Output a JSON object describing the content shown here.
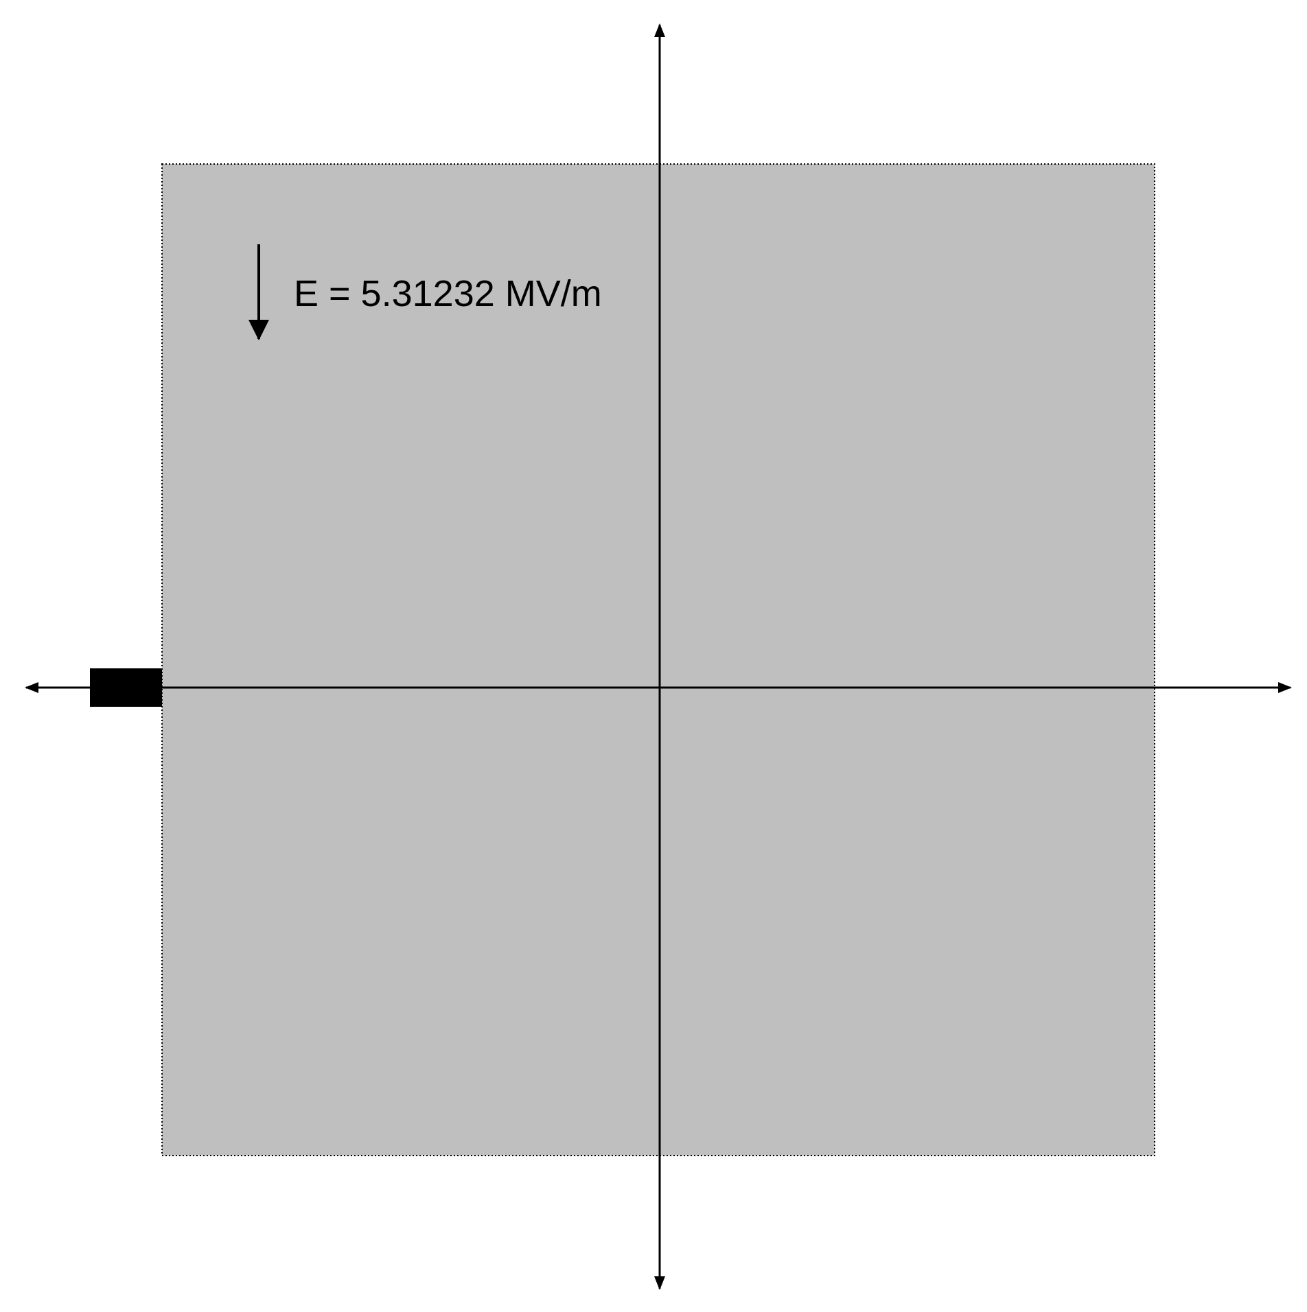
{
  "diagram": {
    "field_label": "E = 5.31232 MV/m",
    "field_direction": "down",
    "colors": {
      "region_fill": "#bfbfbf",
      "region_border": "#000000",
      "axes": "#000000",
      "particle": "#000000",
      "background": "#ffffff"
    },
    "icons": {
      "field_arrow": "arrow-down-icon",
      "particle": "filled-rectangle"
    }
  }
}
